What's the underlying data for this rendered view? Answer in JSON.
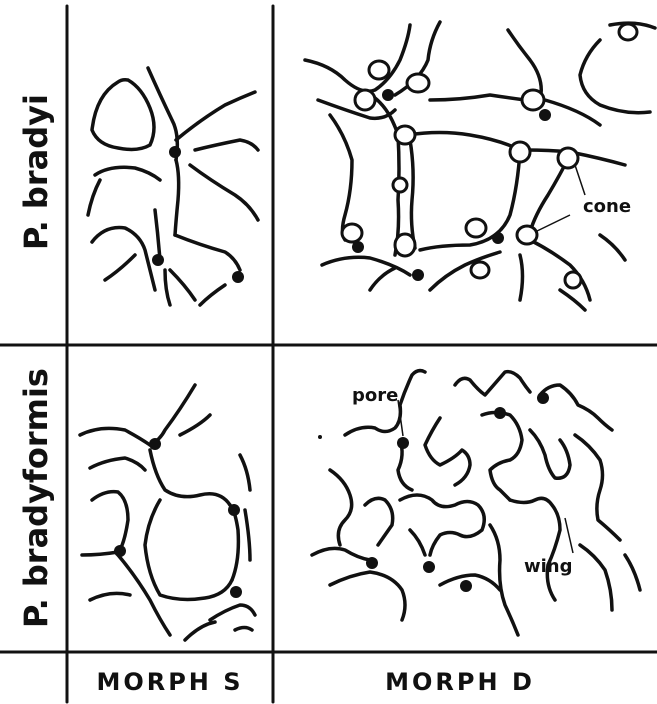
{
  "rows": [
    {
      "label": "P. bradyi"
    },
    {
      "label": "P. bradyformis"
    }
  ],
  "columns": [
    {
      "label": "MORPH S"
    },
    {
      "label": "MORPH D"
    }
  ],
  "annotations": {
    "cone": "cone",
    "pore": "pore",
    "wing": "wing"
  },
  "colors": {
    "ink": "#111111",
    "background": "#ffffff"
  }
}
